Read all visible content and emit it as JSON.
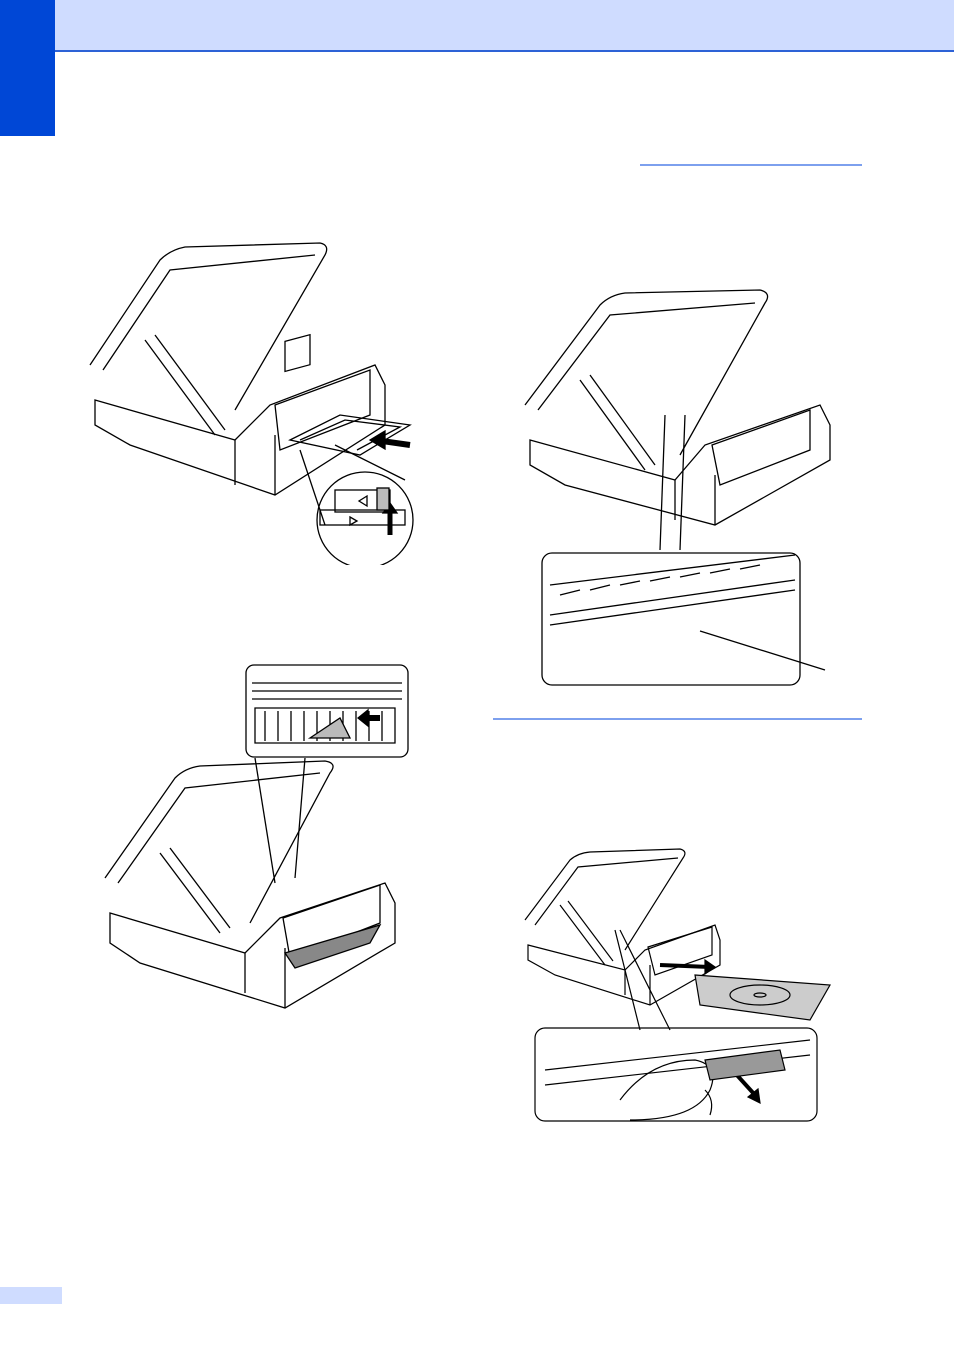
{
  "page": {
    "accent_color": "#0047d6",
    "header_color": "#cfdcff",
    "rule_color": "#7da0ee"
  },
  "illustrations": [
    {
      "name": "printer-open-with-tray-insert",
      "icon": "printer-icon"
    },
    {
      "name": "printer-cleaning-plate-closeup",
      "icon": "printer-icon"
    },
    {
      "name": "printer-paper-jam-closeup",
      "icon": "printer-icon"
    },
    {
      "name": "printer-remove-disc-tray",
      "icon": "printer-icon"
    }
  ]
}
